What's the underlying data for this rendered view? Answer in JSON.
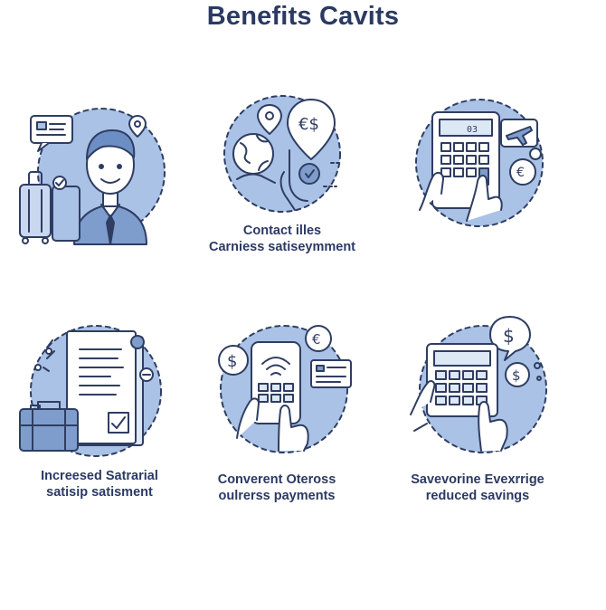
{
  "title": "Benefits Cavits",
  "items": [
    {
      "icon": "traveler-icon",
      "line1": "",
      "line2": ""
    },
    {
      "icon": "globe-pin-icon",
      "line1": "Contact illes",
      "line2": "Carniess satisеymment"
    },
    {
      "icon": "calculator-plane-icon",
      "line1": "",
      "line2": ""
    },
    {
      "icon": "document-briefcase-icon",
      "line1": "Increesed Satrarial",
      "line2": "satisip satisment"
    },
    {
      "icon": "phone-payment-icon",
      "line1": "Converent Oteross",
      "line2": "oulrerss payments"
    },
    {
      "icon": "calculator-dollar-icon",
      "line1": "Savevorine Evexrrige",
      "line2": "reduced savings"
    }
  ],
  "colors": {
    "navy": "#2b3a63",
    "blob": "#a9c2e6",
    "light": "#dde8f6",
    "line": "#2f3d62"
  }
}
